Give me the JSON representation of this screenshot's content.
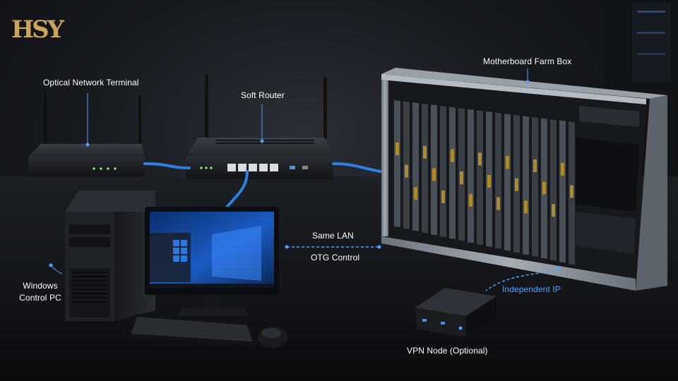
{
  "logo": {
    "text": "HSY",
    "color": "#c9a45a"
  },
  "labels": {
    "ont": "Optical Network Terminal",
    "soft_router": "Soft Router",
    "farm_box": "Motherboard Farm Box",
    "windows_pc_line1": "Windows",
    "windows_pc_line2": "Control PC",
    "same_lan": "Same LAN",
    "otg_control": "OTG Control",
    "independent_ip": "Independent IP",
    "vpn_node": "VPN Node (Optional)"
  },
  "colors": {
    "accent_blue": "#4da3ff",
    "cable_blue": "#2f7fe0",
    "device_dark": "#1b1d22",
    "chassis_silver": "#8e949c",
    "win_blue": "#1f6fd6"
  },
  "icons": [
    "router-icon",
    "ont-icon",
    "server-chassis-icon",
    "desktop-tower-icon",
    "monitor-icon",
    "keyboard-icon",
    "mouse-icon",
    "mini-pc-icon"
  ]
}
